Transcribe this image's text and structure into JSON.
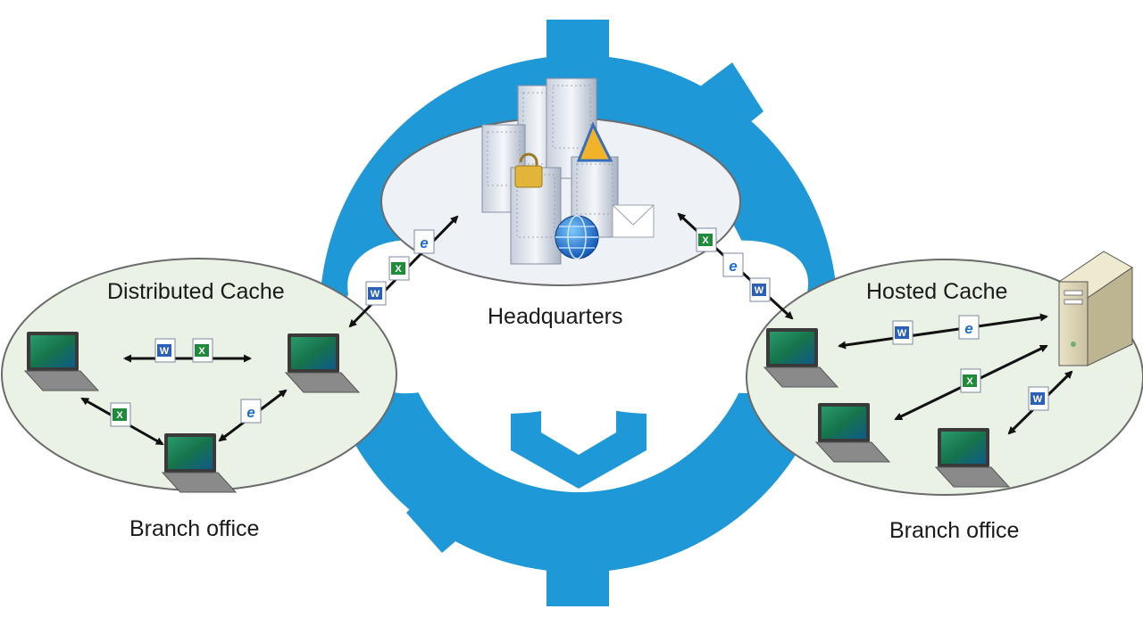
{
  "labels": {
    "headquarters": "Headquarters",
    "distributed_cache": "Distributed Cache",
    "hosted_cache": "Hosted Cache",
    "branch_office_left": "Branch office",
    "branch_office_right": "Branch office"
  },
  "icons": {
    "word": "W",
    "excel": "X",
    "ie": "e"
  },
  "colors": {
    "gear": "#1e98d6",
    "ellipse_fill": "#eaf2e6",
    "ellipse_stroke": "#6b6b6b",
    "hq_fill": "#eef1f6",
    "arrow": "#111111",
    "screen": "#1b7a52"
  }
}
